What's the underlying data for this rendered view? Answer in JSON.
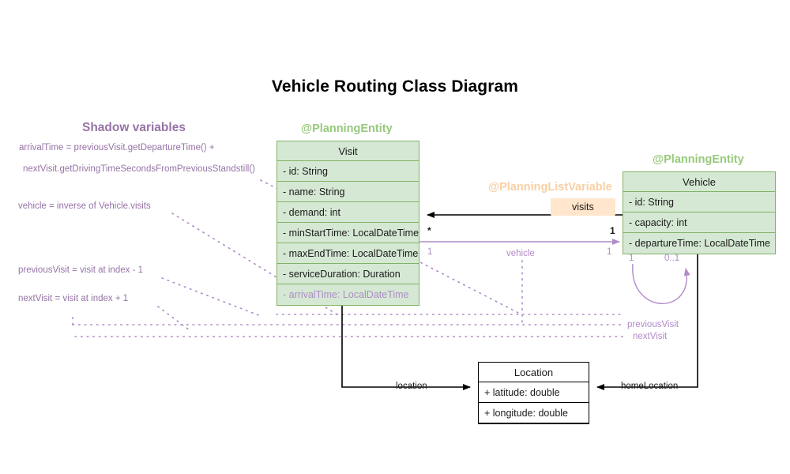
{
  "title": "Vehicle Routing Class Diagram",
  "colors": {
    "entity_fill": "#d5e8d4",
    "entity_border": "#82b366",
    "shadow_purple": "#9673a6",
    "shadow_purple_light": "#b18bc8",
    "listvar_peach": "#ffe6cc",
    "plain_border": "#000000"
  },
  "classes": {
    "visit": {
      "stereotype": "@PlanningEntity",
      "name": "Visit",
      "attributes": [
        "- id: String",
        "- name: String",
        "- demand: int",
        "- minStartTime: LocalDateTime",
        "- maxEndTime: LocalDateTime",
        "- serviceDuration: Duration"
      ],
      "shadow_attributes": [
        "- arrivalTime: LocalDateTime"
      ]
    },
    "vehicle": {
      "stereotype": "@PlanningEntity",
      "name": "Vehicle",
      "attributes": [
        "- id: String",
        "- capacity: int",
        "- departureTime: LocalDateTime"
      ],
      "shadow_attributes": []
    },
    "location": {
      "stereotype": "",
      "name": "Location",
      "attributes": [
        "+ latitude: double",
        "+ longitude: double"
      ],
      "shadow_attributes": []
    }
  },
  "shadow_panel": {
    "heading": "Shadow variables",
    "notes": [
      "arrivalTime = previousVisit.getDepartureTime() +",
      "nextVisit.getDrivingTimeSecondsFromPreviousStandstill()",
      "vehicle = inverse of Vehicle.visits",
      "previousVisit = visit at index - 1",
      "nextVisit = visit at index + 1"
    ]
  },
  "relations": {
    "visits": {
      "stereotype": "@PlanningListVariable",
      "label": "visits",
      "source_multiplicity": "1",
      "target_multiplicity": "*"
    },
    "vehicle_ref": {
      "label": "vehicle",
      "source_multiplicity": "1",
      "target_multiplicity": "1"
    },
    "self_loop": {
      "source_multiplicity": "1",
      "target_multiplicity": "0..1"
    },
    "previous_visit": {
      "label": "previousVisit"
    },
    "next_visit": {
      "label": "nextVisit"
    },
    "location_ref": {
      "label": "location"
    },
    "home_location_ref": {
      "label": "homeLocation"
    }
  }
}
